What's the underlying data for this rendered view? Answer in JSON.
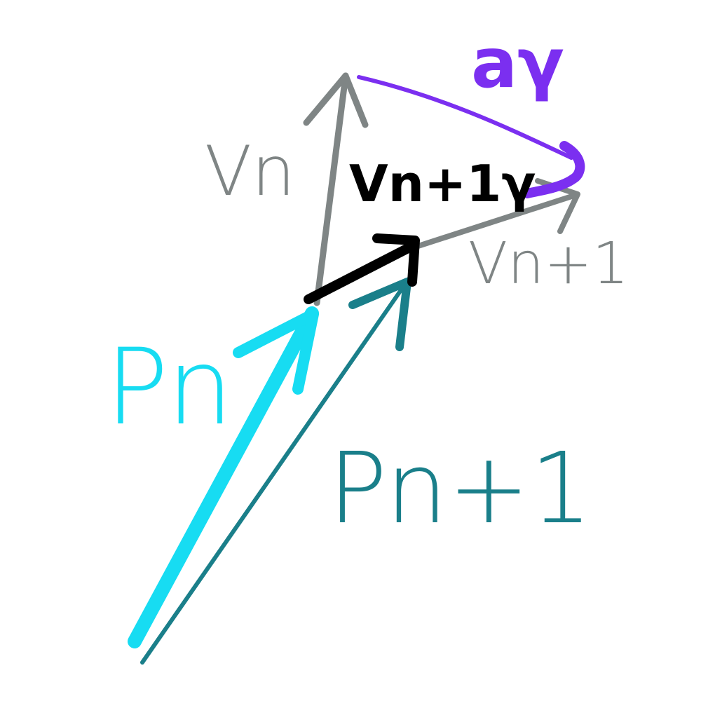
{
  "diagram": {
    "colors": {
      "p_n": "#17dcf2",
      "p_n1": "#1a7f8a",
      "v_n": "#7f8585",
      "v_n1": "#7f8585",
      "v_n1_gamma": "#000000",
      "a_gamma": "#7b2ff0",
      "background": "#ffffff"
    },
    "labels": {
      "p_n": "Pn",
      "p_n1": "Pn+1",
      "v_n": "Vn",
      "v_n1": "Vn+1",
      "v_n1_gamma": "Vn+1γ",
      "a_gamma": "aγ"
    }
  }
}
